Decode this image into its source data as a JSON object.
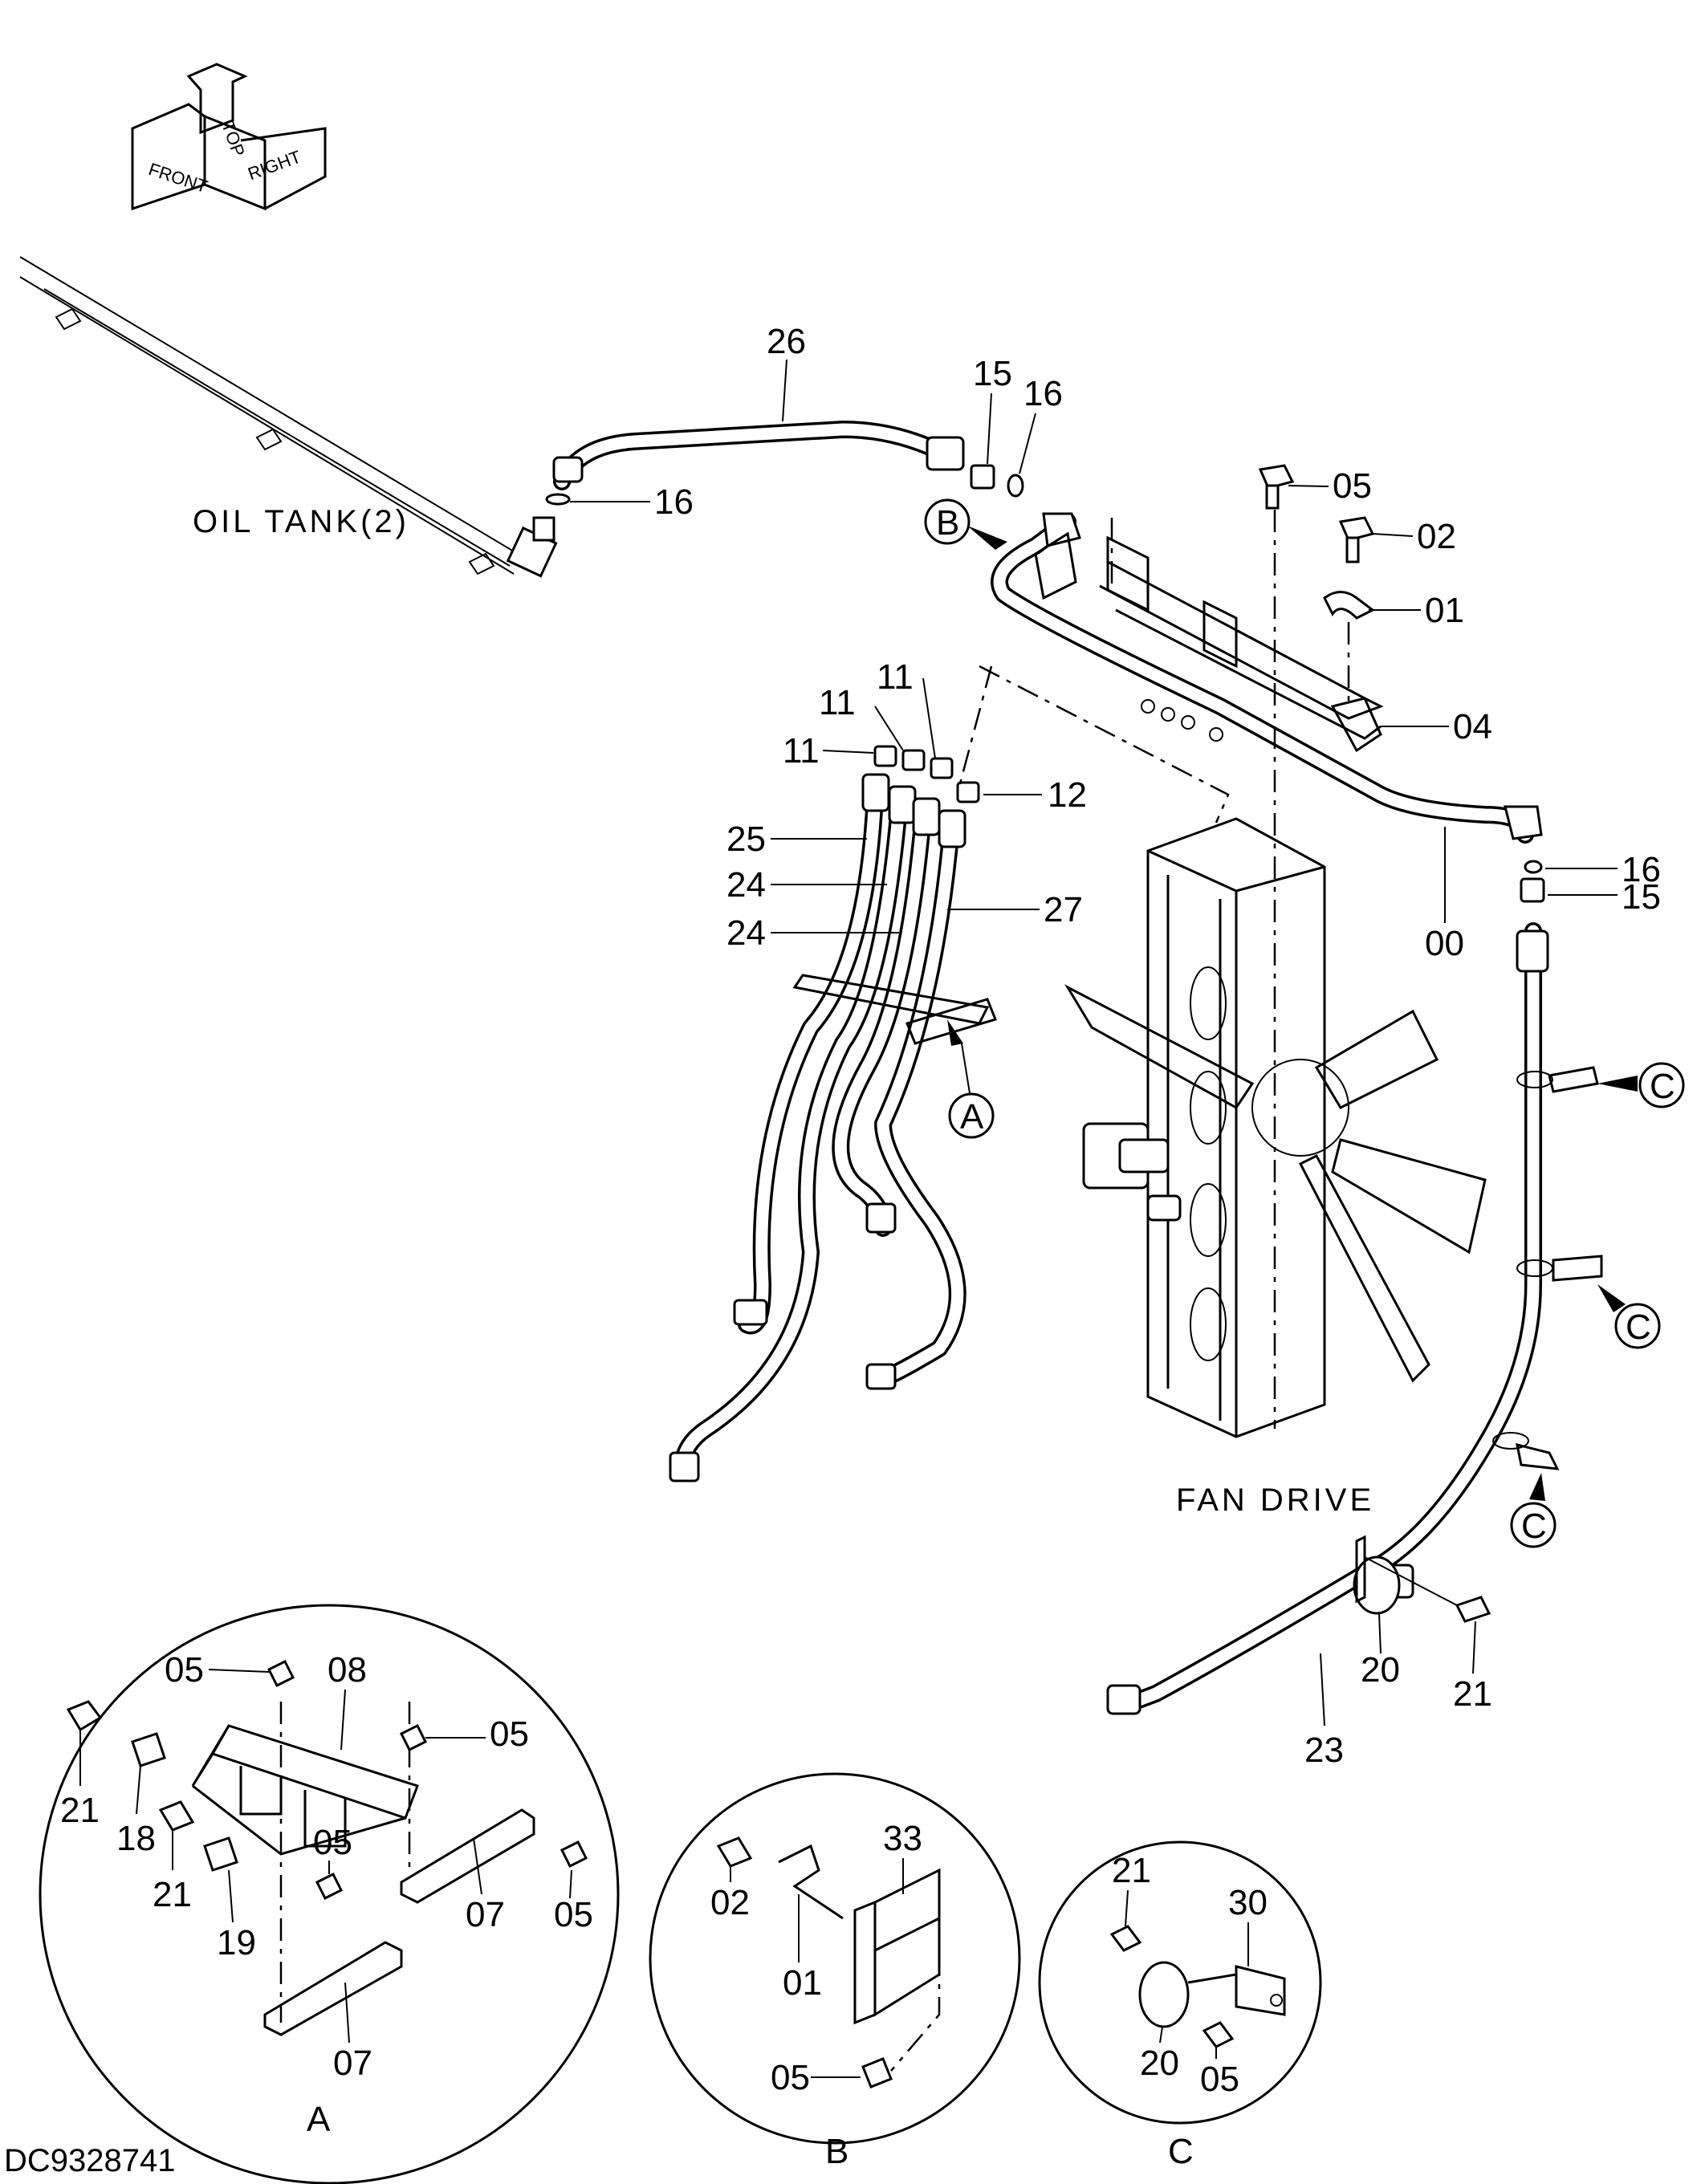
{
  "orientation": {
    "front": "FRONT",
    "top": "TOP",
    "right": "RIGHT"
  },
  "main_labels": {
    "oil_tank": "OIL TANK(2)",
    "fan_drive": "FAN DRIVE"
  },
  "part_numbers": {
    "p26": "26",
    "p15a": "15",
    "p16a": "16",
    "p16b": "16",
    "p05a": "05",
    "p02a": "02",
    "p01a": "01",
    "p04": "04",
    "p11a": "11",
    "p11b": "11",
    "p11c": "11",
    "p12": "12",
    "p25": "25",
    "p24a": "24",
    "p24b": "24",
    "p27": "27",
    "p00": "00",
    "p16c": "16",
    "p15b": "15",
    "p20a": "20",
    "p21a": "21",
    "p23": "23"
  },
  "callouts": {
    "a": "A",
    "b": "B",
    "c": "C"
  },
  "detail_a": {
    "title": "A",
    "numbers": {
      "n05a": "05",
      "n08": "08",
      "n05b": "05",
      "n21a": "21",
      "n18": "18",
      "n21b": "21",
      "n19": "19",
      "n05c": "05",
      "n07a": "07",
      "n05d": "05",
      "n07b": "07"
    }
  },
  "detail_b": {
    "title": "B",
    "numbers": {
      "n33": "33",
      "n02": "02",
      "n01": "01",
      "n05": "05"
    }
  },
  "detail_c": {
    "title": "C",
    "numbers": {
      "n21": "21",
      "n30": "30",
      "n20": "20",
      "n05": "05"
    }
  },
  "drawing_id": "DC9328741"
}
